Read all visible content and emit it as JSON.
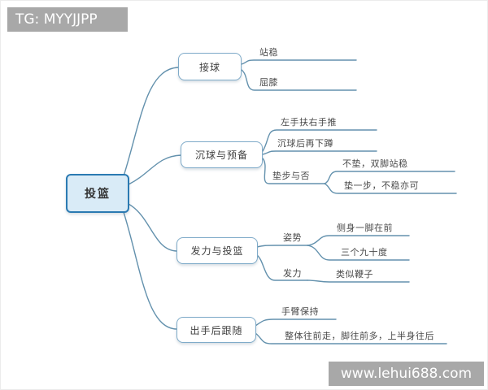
{
  "watermarks": {
    "top_left": "TG: MYYJJPP",
    "bottom_right": "www.lehui688.com"
  },
  "colors": {
    "background": "#ffffff",
    "connector_line": "#6391ad",
    "root_fill": "#d9ebf7",
    "root_border": "#2b7ab2",
    "branch_border": "#7fabc9",
    "text": "#3f3f3f",
    "watermark_bg": "#a8a8a8",
    "watermark_text": "#ffffff"
  },
  "map": {
    "type": "mindmap",
    "root": {
      "label": "投篮"
    },
    "branches": [
      {
        "label": "接球",
        "children": [
          {
            "label": "站稳"
          },
          {
            "label": "屈膝"
          }
        ]
      },
      {
        "label": "沉球与预备",
        "children": [
          {
            "label": "左手扶右手推"
          },
          {
            "label": "沉球后再下蹲"
          },
          {
            "label": "垫步与否",
            "children": [
              {
                "label": "不垫，双脚站稳"
              },
              {
                "label": "垫一步，不稳亦可"
              }
            ]
          }
        ]
      },
      {
        "label": "发力与投篮",
        "children": [
          {
            "label": "姿势",
            "children": [
              {
                "label": "侧身一脚在前"
              },
              {
                "label": "三个九十度"
              }
            ]
          },
          {
            "label": "发力",
            "children": [
              {
                "label": "类似鞭子"
              }
            ]
          }
        ]
      },
      {
        "label": "出手后跟随",
        "children": [
          {
            "label": "手臂保持"
          },
          {
            "label": "整体往前走，脚往前多，上半身往后"
          }
        ]
      }
    ]
  }
}
